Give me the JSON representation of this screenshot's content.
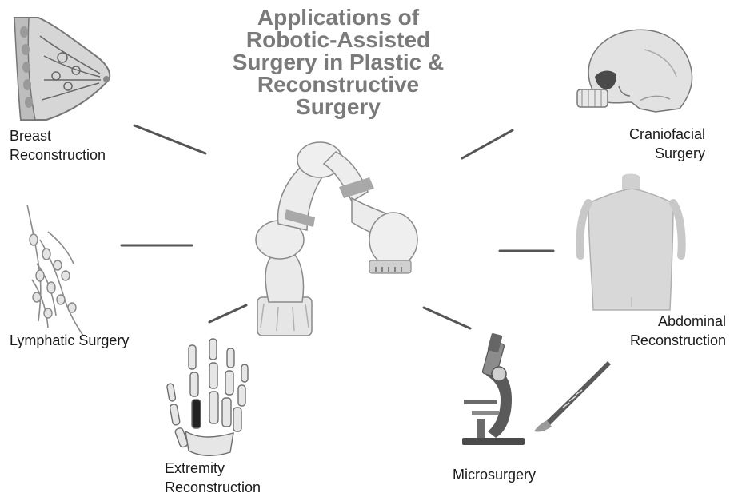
{
  "title": {
    "line1": "Applications of",
    "line2": "Robotic-Assisted",
    "line3": "Surgery in Plastic &",
    "line4": "Reconstructive",
    "line5": "Surgery"
  },
  "applications": {
    "breast": {
      "line1": "Breast",
      "line2": "Reconstruction",
      "icon": "breast-anatomy-icon"
    },
    "lymphatic": {
      "line1": "Lymphatic Surgery",
      "icon": "lymphatic-vessels-icon"
    },
    "extremity": {
      "line1": "Extremity",
      "line2": "Reconstruction",
      "icon": "hand-skeleton-icon"
    },
    "microsurgery": {
      "line1": "Microsurgery",
      "icon": "microscope-scalpel-icon"
    },
    "abdominal": {
      "line1": "Abdominal",
      "line2": "Reconstruction",
      "icon": "torso-icon"
    },
    "craniofacial": {
      "line1": "Craniofacial",
      "line2": "Surgery",
      "icon": "skull-icon"
    }
  },
  "center": {
    "icon": "robotic-arm-icon"
  }
}
